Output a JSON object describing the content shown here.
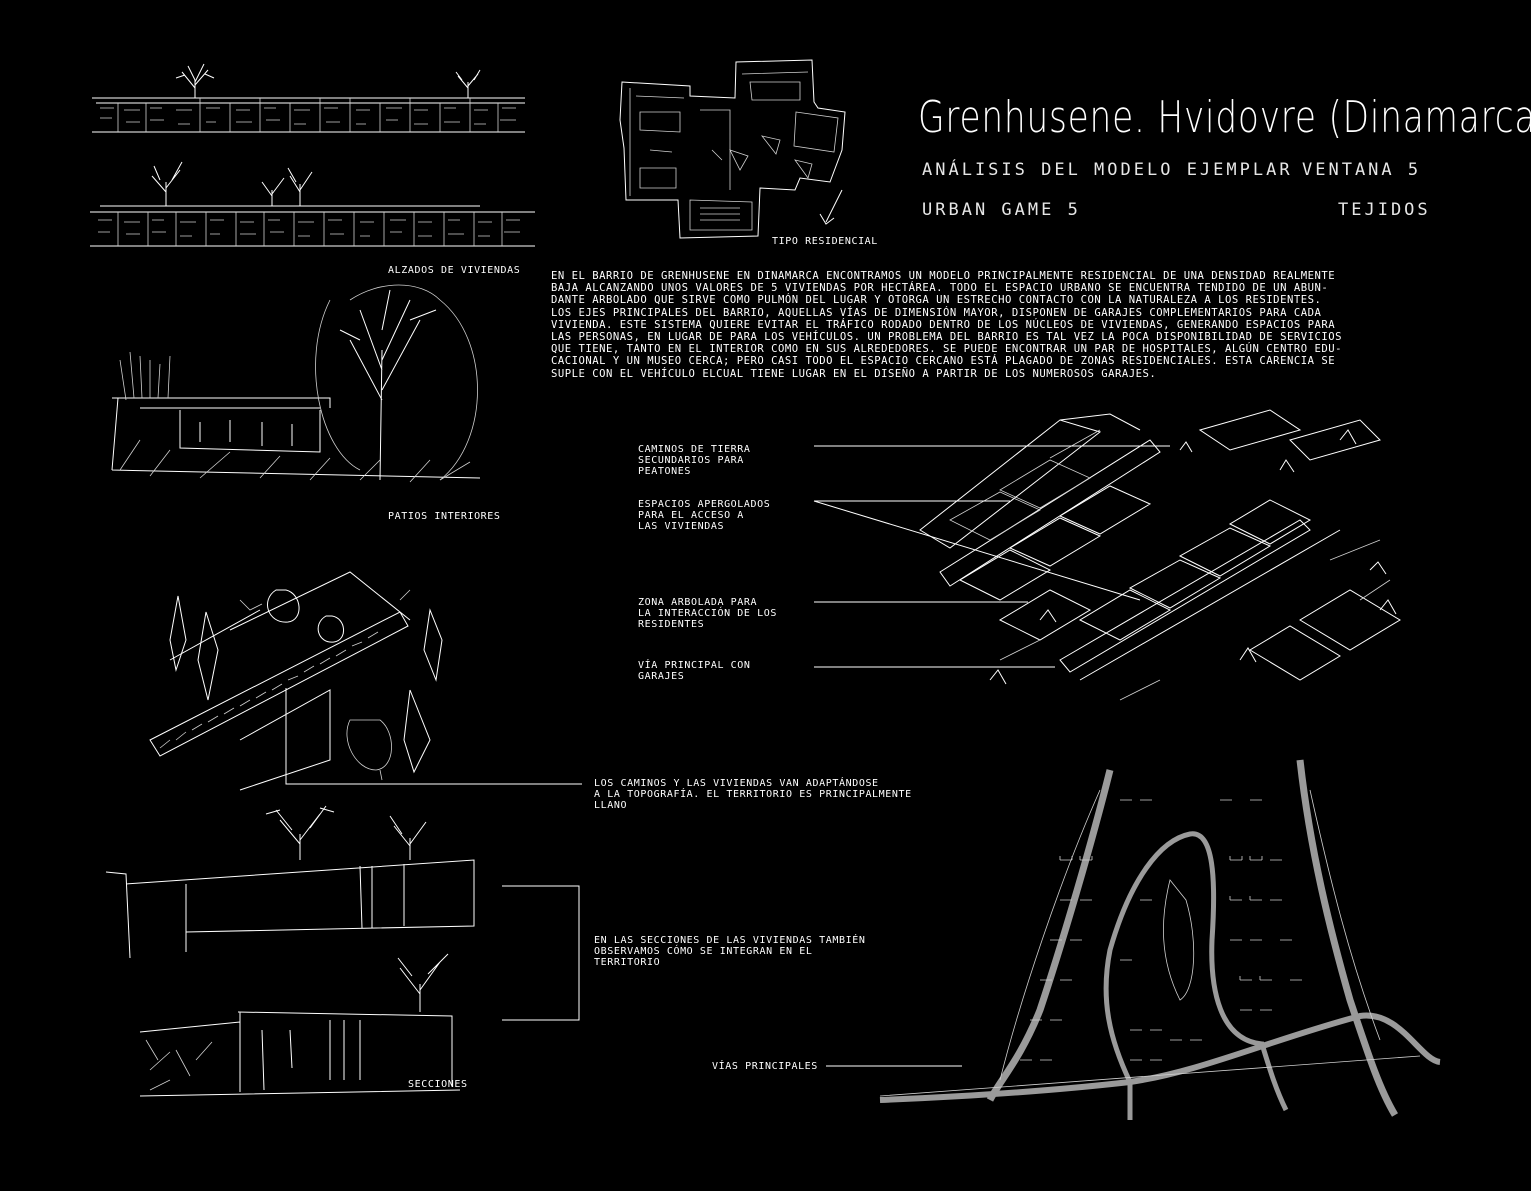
{
  "title": "Grenhusene. Hvidovre (Dinamarca)",
  "subtitle_left_1": "ANÁLISIS DEL MODELO EJEMPLAR",
  "subtitle_right_1": "VENTANA 5",
  "subtitle_left_2": "URBAN GAME 5",
  "subtitle_right_2": "TEJIDOS",
  "description": "EN EL BARRIO DE GRENHUSENE EN DINAMARCA ENCONTRAMOS UN MODELO PRINCIPALMENTE RESIDENCIAL DE UNA DENSIDAD REALMENTE\nBAJA ALCANZANDO UNOS VALORES DE 5 VIVIENDAS POR HECTÁREA. TODO EL ESPACIO URBANO SE ENCUENTRA TENDIDO DE UN ABUN-\nDANTE ARBOLADO QUE SIRVE COMO PULMÓN DEL LUGAR Y OTORGA UN ESTRECHO CONTACTO CON LA NATURALEZA A LOS RESIDENTES.\nLOS EJES PRINCIPALES DEL BARRIO, AQUELLAS VÍAS DE DIMENSIÓN MAYOR, DISPONEN DE GARAJES COMPLEMENTARIOS PARA CADA\nVIVIENDA. ESTE SISTEMA QUIERE EVITAR EL TRÁFICO RODADO DENTRO DE LOS NÚCLEOS DE VIVIENDAS, GENERANDO ESPACIOS PARA\nLAS PERSONAS, EN LUGAR DE PARA LOS VEHÍCULOS. UN PROBLEMA DEL BARRIO ES TAL VEZ LA POCA DISPONIBILIDAD DE SERVICIOS\nQUE TIENE, TANTO EN EL INTERIOR COMO EN SUS ALREDEDORES. SE PUEDE ENCONTRAR UN PAR DE HOSPITALES, ALGÚN CENTRO EDU-\nCACIONAL Y UN MUSEO CERCA; PERO CASI TODO EL ESPACIO CERCANO ESTÁ PLAGADO DE ZONAS RESIDENCIALES. ESTA CARENCIA SE\nSUPLE CON EL VEHÍCULO ELCUAL TIENE LUGAR EN EL DISEÑO A PARTIR DE LOS NUMEROSOS GARAJES.",
  "labels": {
    "alzados": "ALZADOS DE VIVIENDAS",
    "patios": "PATIOS INTERIORES",
    "secciones": "SECCIONES",
    "tipo": "TIPO RESIDENCIAL",
    "caminos_tierra": "CAMINOS DE TIERRA\nSECUNDARIOS PARA\nPEATONES",
    "espacios": "ESPACIOS APERGOLADOS\nPARA EL ACCESO A\nLAS VIVIENDAS",
    "zona": "ZONA ARBOLADA PARA\nLA INTERACCIÓN DE LOS\nRESIDENTES",
    "via_principal": "VÍA PRINCIPAL CON\nGARAJES",
    "topografia": "LOS CAMINOS Y LAS VIVIENDAS VAN ADAPTÁNDOSE\nA LA TOPOGRAFÍA. EL TERRITORIO ES PRINCIPALMENTE\nLLANO",
    "secciones_nota": "EN LAS SECCIONES DE LAS VIVIENDAS TAMBIÉN\nOBSERVAMOS CÓMO SE INTEGRAN EN EL\nTERRITORIO",
    "vias": "VÍAS PRINCIPALES"
  },
  "colors": {
    "background": "#000000",
    "ink": "#ffffff",
    "road": "#9a9a9a"
  }
}
